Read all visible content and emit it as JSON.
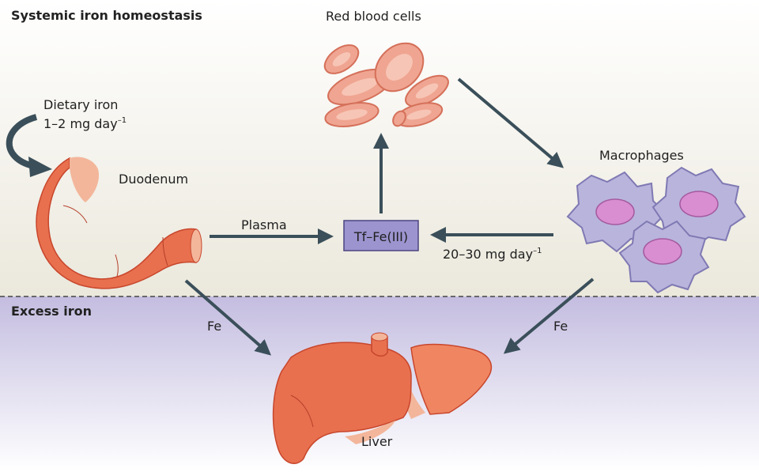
{
  "sections": {
    "top_title": "Systemic iron homeostasis",
    "bottom_title": "Excess iron"
  },
  "labels": {
    "red_blood_cells": "Red blood cells",
    "dietary_iron_line1": "Dietary iron",
    "dietary_iron_line2": "1–2 mg day",
    "dietary_iron_sup": "–1",
    "duodenum": "Duodenum",
    "macrophages": "Macrophages",
    "plasma": "Plasma",
    "tf_fe": "Tf–Fe(III)",
    "recycle_rate": "20–30 mg day",
    "recycle_rate_sup": "–1",
    "fe_left": "Fe",
    "fe_right": "Fe",
    "liver": "Liver"
  },
  "colors": {
    "top_band": "#ece9de",
    "bottom_band": "#c7c0df",
    "organ": "#e8704f",
    "organ_dark": "#c8462c",
    "rbc": "#efa591",
    "macrophage": "#b9b4dc",
    "nucleus": "#d98ed1",
    "arrow": "#3a4f5a",
    "tf_box": "#9b94cf"
  }
}
